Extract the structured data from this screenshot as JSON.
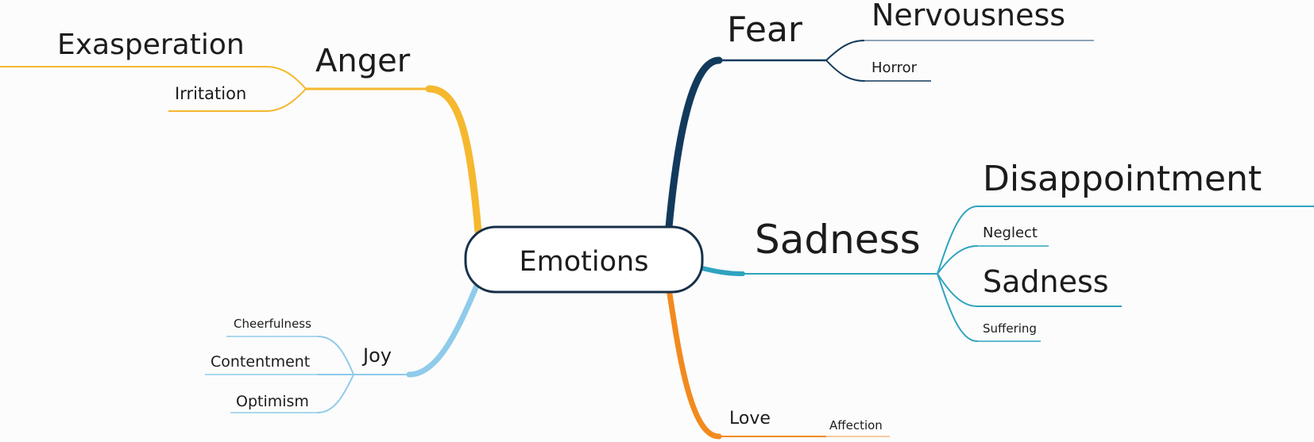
{
  "central": {
    "label": "Emotions"
  },
  "branches": [
    {
      "id": "anger",
      "label": "Anger",
      "color": "#F5B82E",
      "children": [
        {
          "id": "exasperation",
          "label": "Exasperation"
        },
        {
          "id": "irritation",
          "label": "Irritation"
        }
      ]
    },
    {
      "id": "fear",
      "label": "Fear",
      "color": "#123A5C",
      "children": [
        {
          "id": "nervousness",
          "label": "Nervousness"
        },
        {
          "id": "horror",
          "label": "Horror"
        }
      ]
    },
    {
      "id": "sadness",
      "label": "Sadness",
      "color": "#2FA3BF",
      "children": [
        {
          "id": "disappointment",
          "label": "Disappointment"
        },
        {
          "id": "neglect",
          "label": "Neglect"
        },
        {
          "id": "sadness-sub",
          "label": "Sadness"
        },
        {
          "id": "suffering",
          "label": "Suffering"
        }
      ]
    },
    {
      "id": "joy",
      "label": "Joy",
      "color": "#8FCBEA",
      "children": [
        {
          "id": "cheerfulness",
          "label": "Cheerfulness"
        },
        {
          "id": "contentment",
          "label": "Contentment"
        },
        {
          "id": "optimism",
          "label": "Optimism"
        }
      ]
    },
    {
      "id": "love",
      "label": "Love",
      "color": "#F28A1E",
      "children": [
        {
          "id": "affection",
          "label": "Affection"
        }
      ]
    }
  ]
}
